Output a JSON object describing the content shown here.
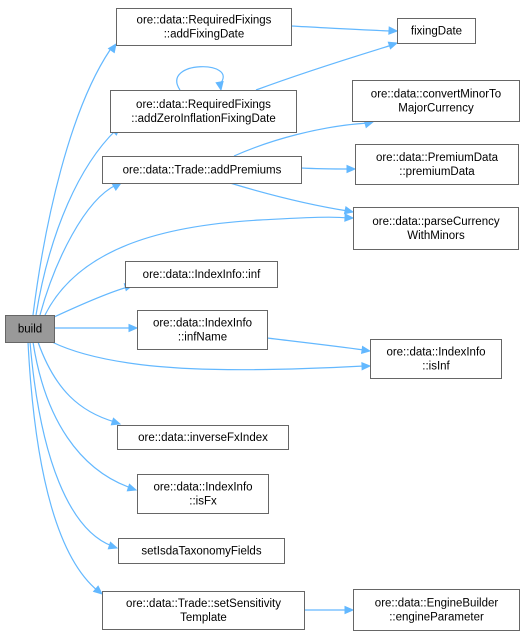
{
  "diagram": {
    "title": "",
    "nodes": [
      {
        "id": "build",
        "lines": [
          "build"
        ],
        "root": true
      },
      {
        "id": "addFixingDate",
        "lines": [
          "ore::data::RequiredFixings",
          "::addFixingDate"
        ]
      },
      {
        "id": "fixingDate",
        "lines": [
          "fixingDate"
        ]
      },
      {
        "id": "addZeroInflationFixingDate",
        "lines": [
          "ore::data::RequiredFixings",
          "::addZeroInflationFixingDate"
        ]
      },
      {
        "id": "convertMinorToMajorCurrency",
        "lines": [
          "ore::data::convertMinorTo",
          "MajorCurrency"
        ]
      },
      {
        "id": "addPremiums",
        "lines": [
          "ore::data::Trade::addPremiums"
        ]
      },
      {
        "id": "premiumData",
        "lines": [
          "ore::data::PremiumData",
          "::premiumData"
        ]
      },
      {
        "id": "parseCurrencyWithMinors",
        "lines": [
          "ore::data::parseCurrency",
          "WithMinors"
        ]
      },
      {
        "id": "inf",
        "lines": [
          "ore::data::IndexInfo::inf"
        ]
      },
      {
        "id": "infName",
        "lines": [
          "ore::data::IndexInfo",
          "::infName"
        ]
      },
      {
        "id": "isInf",
        "lines": [
          "ore::data::IndexInfo",
          "::isInf"
        ]
      },
      {
        "id": "inverseFxIndex",
        "lines": [
          "ore::data::inverseFxIndex"
        ]
      },
      {
        "id": "isFx",
        "lines": [
          "ore::data::IndexInfo",
          "::isFx"
        ]
      },
      {
        "id": "setIsdaTaxonomyFields",
        "lines": [
          "setIsdaTaxonomyFields"
        ]
      },
      {
        "id": "setSensitivityTemplate",
        "lines": [
          "ore::data::Trade::setSensitivity",
          "Template"
        ]
      },
      {
        "id": "engineParameter",
        "lines": [
          "ore::data::EngineBuilder",
          "::engineParameter"
        ]
      }
    ],
    "edges": [
      {
        "from": "build",
        "to": "addFixingDate"
      },
      {
        "from": "build",
        "to": "addZeroInflationFixingDate"
      },
      {
        "from": "build",
        "to": "addPremiums"
      },
      {
        "from": "build",
        "to": "parseCurrencyWithMinors"
      },
      {
        "from": "build",
        "to": "inf"
      },
      {
        "from": "build",
        "to": "infName"
      },
      {
        "from": "build",
        "to": "isInf"
      },
      {
        "from": "build",
        "to": "inverseFxIndex"
      },
      {
        "from": "build",
        "to": "isFx"
      },
      {
        "from": "build",
        "to": "setIsdaTaxonomyFields"
      },
      {
        "from": "build",
        "to": "setSensitivityTemplate"
      },
      {
        "from": "addFixingDate",
        "to": "fixingDate"
      },
      {
        "from": "addZeroInflationFixingDate",
        "to": "fixingDate"
      },
      {
        "from": "addZeroInflationFixingDate",
        "to": "addZeroInflationFixingDate"
      },
      {
        "from": "addPremiums",
        "to": "convertMinorToMajorCurrency"
      },
      {
        "from": "addPremiums",
        "to": "premiumData"
      },
      {
        "from": "addPremiums",
        "to": "parseCurrencyWithMinors"
      },
      {
        "from": "infName",
        "to": "isInf"
      },
      {
        "from": "setSensitivityTemplate",
        "to": "engineParameter"
      }
    ],
    "colors": {
      "edge": "#63b8ff",
      "node_border": "#666666",
      "root_fill": "#999999",
      "node_fill": "#ffffff",
      "text": "#000000"
    }
  }
}
